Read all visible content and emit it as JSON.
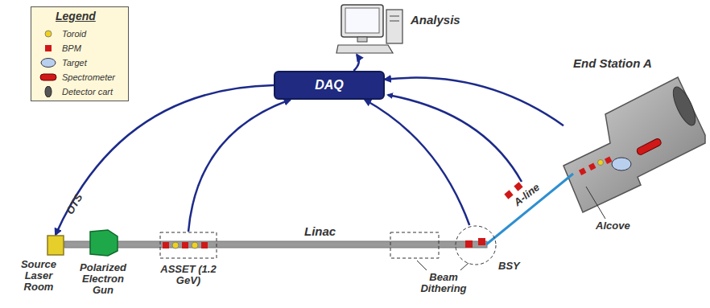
{
  "diagram": {
    "nodes": [
      {
        "text": [
          "Analysis"
        ]
      },
      {
        "text": [
          "DAQ"
        ]
      },
      {
        "text": [
          "End Station A"
        ]
      },
      {
        "text": [
          "Source Laser Room"
        ]
      },
      {
        "text": [
          "Polarized Electron Gun"
        ]
      },
      {
        "text": [
          "ASSET (1.2 GeV)"
        ]
      },
      {
        "text": [
          "BSY"
        ]
      }
    ],
    "edges": [
      {
        "from": 1,
        "to": 0,
        "arrow": "to"
      },
      {
        "from": 1,
        "to": 3,
        "arrow": "to"
      },
      {
        "from": 5,
        "to": 1,
        "arrow": "to"
      },
      {
        "from": 6,
        "to": 1,
        "arrow": "to"
      },
      {
        "from": 2,
        "to": 1,
        "arrow": "to"
      }
    ],
    "labels": [
      "Legend",
      "OTS",
      "Linac",
      "Beam Dithering",
      "A-line",
      "Alcove"
    ],
    "legend": [
      {
        "text": "Toroid"
      },
      {
        "text": "BPM"
      },
      {
        "text": "Target"
      },
      {
        "text": "Spectrometer"
      },
      {
        "text": "Detector cart"
      }
    ]
  }
}
